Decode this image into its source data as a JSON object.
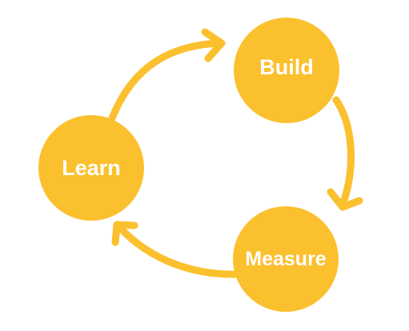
{
  "diagram": {
    "type": "cycle",
    "colors": {
      "node_fill": "#FBC02D",
      "arrow": "#FBC02D",
      "label": "#FFFFFF",
      "background": "#FFFFFF"
    },
    "nodes": [
      {
        "id": "build",
        "label": "Build"
      },
      {
        "id": "measure",
        "label": "Measure"
      },
      {
        "id": "learn",
        "label": "Learn"
      }
    ],
    "edges": [
      {
        "from": "build",
        "to": "measure"
      },
      {
        "from": "measure",
        "to": "learn"
      },
      {
        "from": "learn",
        "to": "build"
      }
    ]
  }
}
